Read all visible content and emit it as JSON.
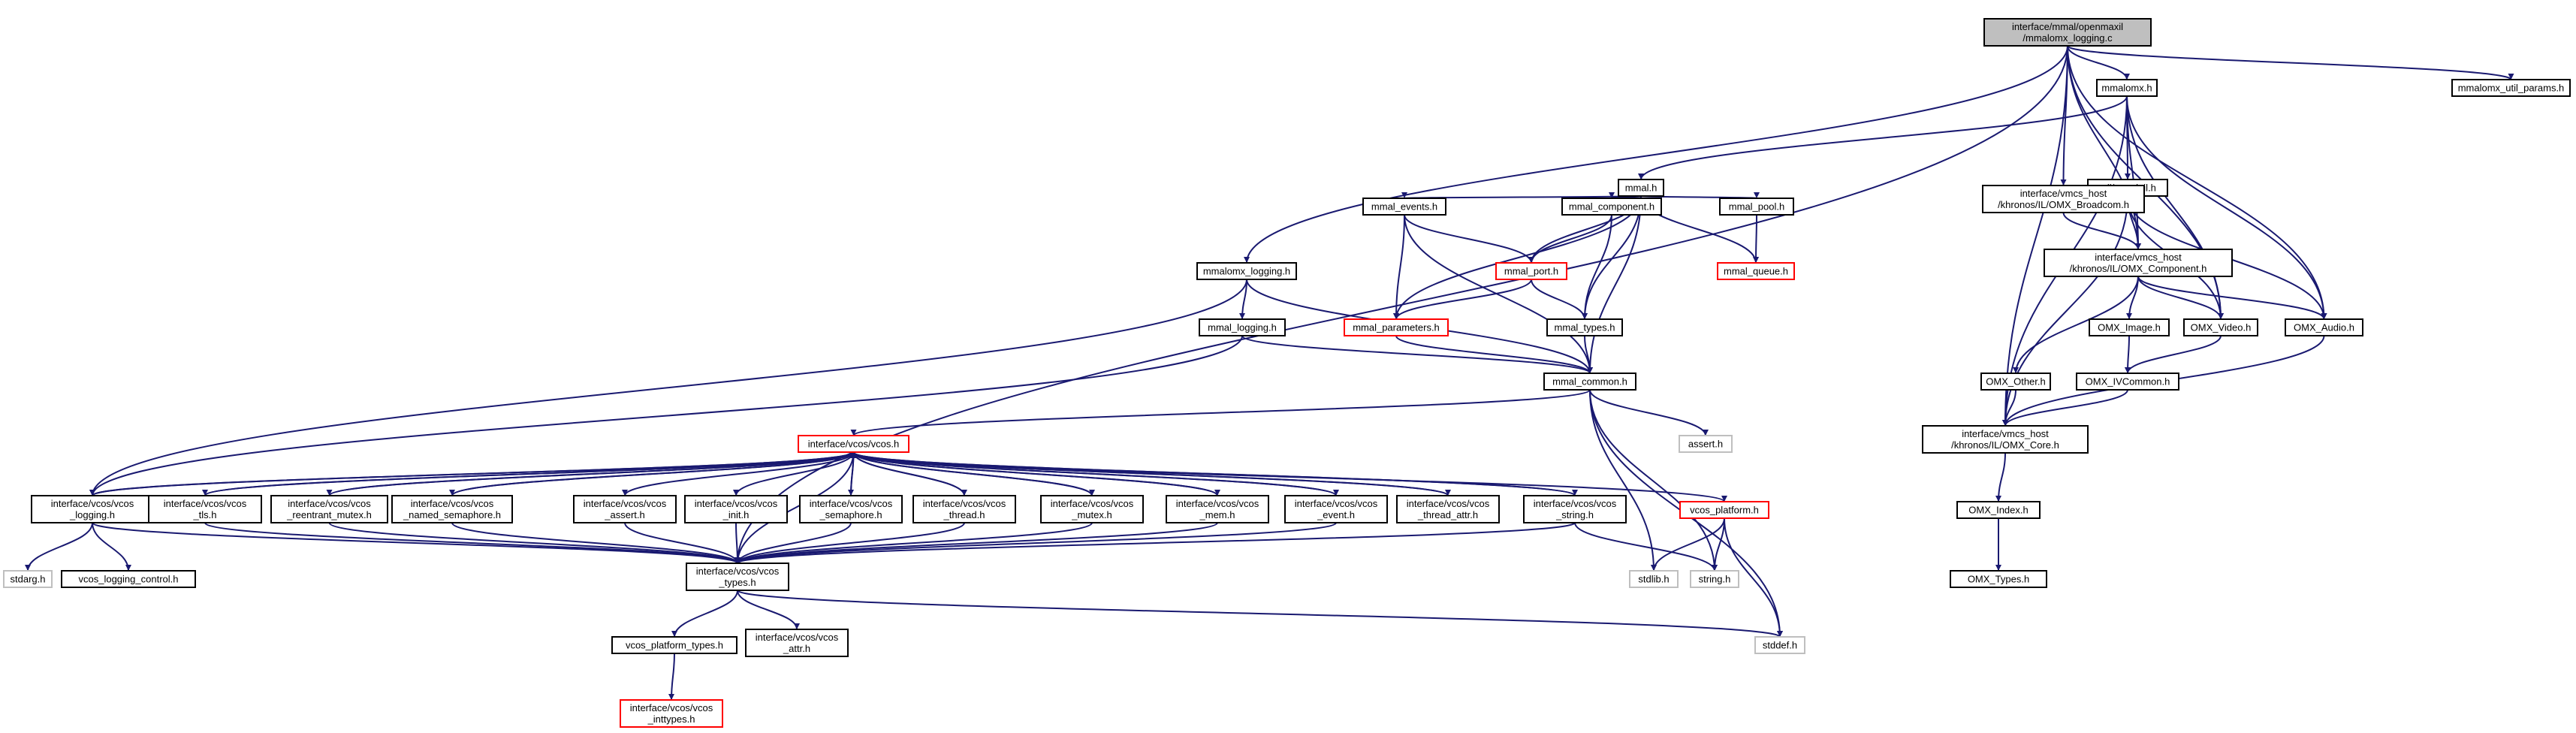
{
  "nodes": [
    {
      "id": "root",
      "lines": [
        "interface/mmal/openmaxil",
        "/mmalomx_logging.c"
      ],
      "style": "root"
    },
    {
      "id": "mmalomx_h",
      "lines": [
        "mmalomx.h"
      ],
      "style": "normal"
    },
    {
      "id": "mmalomx_util_params",
      "lines": [
        "mmalomx_util_params.h"
      ],
      "style": "normal"
    },
    {
      "id": "mmal_h",
      "lines": [
        "mmal.h"
      ],
      "style": "normal"
    },
    {
      "id": "util_mmal_il",
      "lines": [
        "util/mmal_il.h"
      ],
      "style": "normal"
    },
    {
      "id": "mmal_events",
      "lines": [
        "mmal_events.h"
      ],
      "style": "normal"
    },
    {
      "id": "mmal_component",
      "lines": [
        "mmal_component.h"
      ],
      "style": "normal"
    },
    {
      "id": "mmal_pool",
      "lines": [
        "mmal_pool.h"
      ],
      "style": "normal"
    },
    {
      "id": "omx_broadcom",
      "lines": [
        "interface/vmcs_host",
        "/khronos/IL/OMX_Broadcom.h"
      ],
      "style": "normal"
    },
    {
      "id": "mmal_port",
      "lines": [
        "mmal_port.h"
      ],
      "style": "red"
    },
    {
      "id": "mmal_queue",
      "lines": [
        "mmal_queue.h"
      ],
      "style": "red"
    },
    {
      "id": "omx_component",
      "lines": [
        "interface/vmcs_host",
        "/khronos/IL/OMX_Component.h"
      ],
      "style": "normal"
    },
    {
      "id": "mmalomx_logging",
      "lines": [
        "mmalomx_logging.h"
      ],
      "style": "normal"
    },
    {
      "id": "mmal_parameters",
      "lines": [
        "mmal_parameters.h"
      ],
      "style": "red"
    },
    {
      "id": "mmal_types",
      "lines": [
        "mmal_types.h"
      ],
      "style": "normal"
    },
    {
      "id": "omx_image",
      "lines": [
        "OMX_Image.h"
      ],
      "style": "normal"
    },
    {
      "id": "omx_video",
      "lines": [
        "OMX_Video.h"
      ],
      "style": "normal"
    },
    {
      "id": "omx_audio",
      "lines": [
        "OMX_Audio.h"
      ],
      "style": "normal"
    },
    {
      "id": "mmal_logging",
      "lines": [
        "mmal_logging.h"
      ],
      "style": "normal"
    },
    {
      "id": "mmal_common",
      "lines": [
        "mmal_common.h"
      ],
      "style": "normal"
    },
    {
      "id": "omx_other",
      "lines": [
        "OMX_Other.h"
      ],
      "style": "normal"
    },
    {
      "id": "omx_ivcommon",
      "lines": [
        "OMX_IVCommon.h"
      ],
      "style": "normal"
    },
    {
      "id": "omx_core",
      "lines": [
        "interface/vmcs_host",
        "/khronos/IL/OMX_Core.h"
      ],
      "style": "normal"
    },
    {
      "id": "vcos_h",
      "lines": [
        "interface/vcos/vcos.h"
      ],
      "style": "red"
    },
    {
      "id": "assert_h",
      "lines": [
        "assert.h"
      ],
      "style": "gray"
    },
    {
      "id": "vcos_logging",
      "lines": [
        "interface/vcos/vcos",
        "_logging.h"
      ],
      "style": "normal"
    },
    {
      "id": "vcos_tls",
      "lines": [
        "interface/vcos/vcos",
        "_tls.h"
      ],
      "style": "normal"
    },
    {
      "id": "vcos_reentrant_mutex",
      "lines": [
        "interface/vcos/vcos",
        "_reentrant_mutex.h"
      ],
      "style": "normal"
    },
    {
      "id": "vcos_named_semaphore",
      "lines": [
        "interface/vcos/vcos",
        "_named_semaphore.h"
      ],
      "style": "normal"
    },
    {
      "id": "vcos_assert",
      "lines": [
        "interface/vcos/vcos",
        "_assert.h"
      ],
      "style": "normal"
    },
    {
      "id": "vcos_init",
      "lines": [
        "interface/vcos/vcos",
        "_init.h"
      ],
      "style": "normal"
    },
    {
      "id": "vcos_semaphore",
      "lines": [
        "interface/vcos/vcos",
        "_semaphore.h"
      ],
      "style": "normal"
    },
    {
      "id": "vcos_thread",
      "lines": [
        "interface/vcos/vcos",
        "_thread.h"
      ],
      "style": "normal"
    },
    {
      "id": "vcos_mutex",
      "lines": [
        "interface/vcos/vcos",
        "_mutex.h"
      ],
      "style": "normal"
    },
    {
      "id": "vcos_mem",
      "lines": [
        "interface/vcos/vcos",
        "_mem.h"
      ],
      "style": "normal"
    },
    {
      "id": "vcos_event",
      "lines": [
        "interface/vcos/vcos",
        "_event.h"
      ],
      "style": "normal"
    },
    {
      "id": "vcos_thread_attr",
      "lines": [
        "interface/vcos/vcos",
        "_thread_attr.h"
      ],
      "style": "normal"
    },
    {
      "id": "vcos_string",
      "lines": [
        "interface/vcos/vcos",
        "_string.h"
      ],
      "style": "normal"
    },
    {
      "id": "vcos_platform",
      "lines": [
        "vcos_platform.h"
      ],
      "style": "red"
    },
    {
      "id": "omx_index",
      "lines": [
        "OMX_Index.h"
      ],
      "style": "normal"
    },
    {
      "id": "stdarg_h",
      "lines": [
        "stdarg.h"
      ],
      "style": "gray"
    },
    {
      "id": "vcos_logging_control",
      "lines": [
        "vcos_logging_control.h"
      ],
      "style": "normal"
    },
    {
      "id": "vcos_types",
      "lines": [
        "interface/vcos/vcos",
        "_types.h"
      ],
      "style": "normal"
    },
    {
      "id": "stdlib_h",
      "lines": [
        "stdlib.h"
      ],
      "style": "gray"
    },
    {
      "id": "string_h",
      "lines": [
        "string.h"
      ],
      "style": "gray"
    },
    {
      "id": "omx_types",
      "lines": [
        "OMX_Types.h"
      ],
      "style": "normal"
    },
    {
      "id": "vcos_platform_types",
      "lines": [
        "vcos_platform_types.h"
      ],
      "style": "normal"
    },
    {
      "id": "vcos_attr",
      "lines": [
        "interface/vcos/vcos",
        "_attr.h"
      ],
      "style": "normal"
    },
    {
      "id": "stddef_h",
      "lines": [
        "stddef.h"
      ],
      "style": "gray"
    },
    {
      "id": "vcos_inttypes",
      "lines": [
        "interface/vcos/vcos",
        "_inttypes.h"
      ],
      "style": "red"
    }
  ],
  "edges": [
    [
      "root",
      "mmalomx_h"
    ],
    [
      "root",
      "mmalomx_util_params"
    ],
    [
      "root",
      "mmalomx_logging"
    ],
    [
      "root",
      "vcos_types"
    ],
    [
      "root",
      "omx_broadcom"
    ],
    [
      "root",
      "omx_component"
    ],
    [
      "root",
      "omx_core"
    ],
    [
      "root",
      "omx_video"
    ],
    [
      "root",
      "omx_audio"
    ],
    [
      "mmalomx_h",
      "mmal_h"
    ],
    [
      "mmalomx_h",
      "util_mmal_il"
    ],
    [
      "mmalomx_h",
      "omx_component"
    ],
    [
      "mmalomx_h",
      "omx_core"
    ],
    [
      "mmalomx_h",
      "omx_video"
    ],
    [
      "mmalomx_h",
      "omx_audio"
    ],
    [
      "util_mmal_il",
      "omx_broadcom"
    ],
    [
      "util_mmal_il",
      "omx_component"
    ],
    [
      "util_mmal_il",
      "omx_core"
    ],
    [
      "util_mmal_il",
      "omx_video"
    ],
    [
      "util_mmal_il",
      "omx_audio"
    ],
    [
      "omx_broadcom",
      "omx_component"
    ],
    [
      "omx_component",
      "omx_image"
    ],
    [
      "omx_component",
      "omx_video"
    ],
    [
      "omx_component",
      "omx_audio"
    ],
    [
      "omx_component",
      "omx_other"
    ],
    [
      "omx_image",
      "omx_ivcommon"
    ],
    [
      "omx_video",
      "omx_ivcommon"
    ],
    [
      "omx_ivcommon",
      "omx_core"
    ],
    [
      "omx_other",
      "omx_core"
    ],
    [
      "omx_audio",
      "omx_core"
    ],
    [
      "omx_core",
      "omx_index"
    ],
    [
      "omx_index",
      "omx_types"
    ],
    [
      "mmal_h",
      "mmal_events"
    ],
    [
      "mmal_h",
      "mmal_component"
    ],
    [
      "mmal_h",
      "mmal_pool"
    ],
    [
      "mmal_h",
      "mmal_port"
    ],
    [
      "mmal_h",
      "mmal_queue"
    ],
    [
      "mmal_h",
      "mmal_parameters"
    ],
    [
      "mmal_h",
      "mmal_types"
    ],
    [
      "mmal_h",
      "mmal_common"
    ],
    [
      "mmal_events",
      "mmal_port"
    ],
    [
      "mmal_events",
      "mmal_parameters"
    ],
    [
      "mmal_events",
      "mmal_common"
    ],
    [
      "mmal_component",
      "mmal_port"
    ],
    [
      "mmal_component",
      "mmal_types"
    ],
    [
      "mmal_pool",
      "mmal_queue"
    ],
    [
      "mmal_port",
      "mmal_parameters"
    ],
    [
      "mmal_port",
      "mmal_types"
    ],
    [
      "mmal_parameters",
      "mmal_common"
    ],
    [
      "mmal_types",
      "mmal_common"
    ],
    [
      "mmalomx_logging",
      "mmal_logging"
    ],
    [
      "mmalomx_logging",
      "mmal_common"
    ],
    [
      "mmalomx_logging",
      "vcos_logging"
    ],
    [
      "mmal_logging",
      "mmal_common"
    ],
    [
      "mmal_logging",
      "vcos_logging"
    ],
    [
      "mmal_common",
      "vcos_h"
    ],
    [
      "mmal_common",
      "assert_h"
    ],
    [
      "mmal_common",
      "stdlib_h"
    ],
    [
      "mmal_common",
      "string_h"
    ],
    [
      "mmal_common",
      "stddef_h"
    ],
    [
      "vcos_h",
      "vcos_logging"
    ],
    [
      "vcos_h",
      "vcos_tls"
    ],
    [
      "vcos_h",
      "vcos_reentrant_mutex"
    ],
    [
      "vcos_h",
      "vcos_named_semaphore"
    ],
    [
      "vcos_h",
      "vcos_assert"
    ],
    [
      "vcos_h",
      "vcos_init"
    ],
    [
      "vcos_h",
      "vcos_semaphore"
    ],
    [
      "vcos_h",
      "vcos_thread"
    ],
    [
      "vcos_h",
      "vcos_mutex"
    ],
    [
      "vcos_h",
      "vcos_mem"
    ],
    [
      "vcos_h",
      "vcos_event"
    ],
    [
      "vcos_h",
      "vcos_thread_attr"
    ],
    [
      "vcos_h",
      "vcos_string"
    ],
    [
      "vcos_h",
      "vcos_platform"
    ],
    [
      "vcos_h",
      "vcos_types"
    ],
    [
      "vcos_logging",
      "vcos_h"
    ],
    [
      "vcos_tls",
      "vcos_h"
    ],
    [
      "vcos_reentrant_mutex",
      "vcos_h"
    ],
    [
      "vcos_named_semaphore",
      "vcos_h"
    ],
    [
      "vcos_semaphore",
      "vcos_h"
    ],
    [
      "vcos_thread",
      "vcos_h"
    ],
    [
      "vcos_mutex",
      "vcos_h"
    ],
    [
      "vcos_mem",
      "vcos_h"
    ],
    [
      "vcos_event",
      "vcos_h"
    ],
    [
      "vcos_thread_attr",
      "vcos_h"
    ],
    [
      "vcos_string",
      "vcos_h"
    ],
    [
      "vcos_logging",
      "stdarg_h"
    ],
    [
      "vcos_logging",
      "vcos_logging_control"
    ],
    [
      "vcos_logging",
      "vcos_types"
    ],
    [
      "vcos_tls",
      "vcos_types"
    ],
    [
      "vcos_reentrant_mutex",
      "vcos_types"
    ],
    [
      "vcos_named_semaphore",
      "vcos_types"
    ],
    [
      "vcos_assert",
      "vcos_types"
    ],
    [
      "vcos_init",
      "vcos_types"
    ],
    [
      "vcos_semaphore",
      "vcos_types"
    ],
    [
      "vcos_thread",
      "vcos_types"
    ],
    [
      "vcos_mutex",
      "vcos_types"
    ],
    [
      "vcos_mem",
      "vcos_types"
    ],
    [
      "vcos_event",
      "vcos_types"
    ],
    [
      "vcos_string",
      "vcos_types"
    ],
    [
      "vcos_string",
      "string_h"
    ],
    [
      "vcos_platform",
      "stdlib_h"
    ],
    [
      "vcos_platform",
      "string_h"
    ],
    [
      "vcos_platform",
      "stddef_h"
    ],
    [
      "vcos_types",
      "vcos_platform_types"
    ],
    [
      "vcos_types",
      "vcos_attr"
    ],
    [
      "vcos_types",
      "stddef_h"
    ],
    [
      "vcos_platform_types",
      "vcos_inttypes"
    ]
  ],
  "colors": {
    "edge": "#191970",
    "node_border": "#000000",
    "red_border": "#ff0000",
    "gray_border": "#bfbfbf",
    "root_fill": "#bfbfbf",
    "gray_text": "#808080"
  }
}
